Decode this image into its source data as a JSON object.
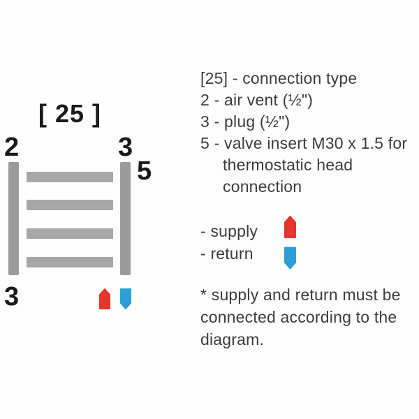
{
  "colors": {
    "background": "#fdfdfd",
    "text": "#3d3d3d",
    "label": "#1a1a1a",
    "collector_gray": "#9b9b9b",
    "rung_gray": "#a7a7a7",
    "supply_red": "#e6352b",
    "return_blue": "#2a9fd8"
  },
  "diagram": {
    "title": "[ 25 ]",
    "label_air_vent": "2",
    "label_plug_top": "3",
    "label_valve": "5",
    "label_plug_bottom": "3"
  },
  "info": {
    "lines": [
      "[25] - connection type",
      "2 - air vent (½\")",
      "3 - plug (½\")",
      "5 - valve insert M30 x 1.5 for",
      "thermostatic head",
      "connection"
    ]
  },
  "flow_legend": {
    "supply": "- supply",
    "return": "- return"
  },
  "footnote": {
    "lines": [
      "* supply and return must be",
      "connected according to the",
      "diagram."
    ]
  }
}
